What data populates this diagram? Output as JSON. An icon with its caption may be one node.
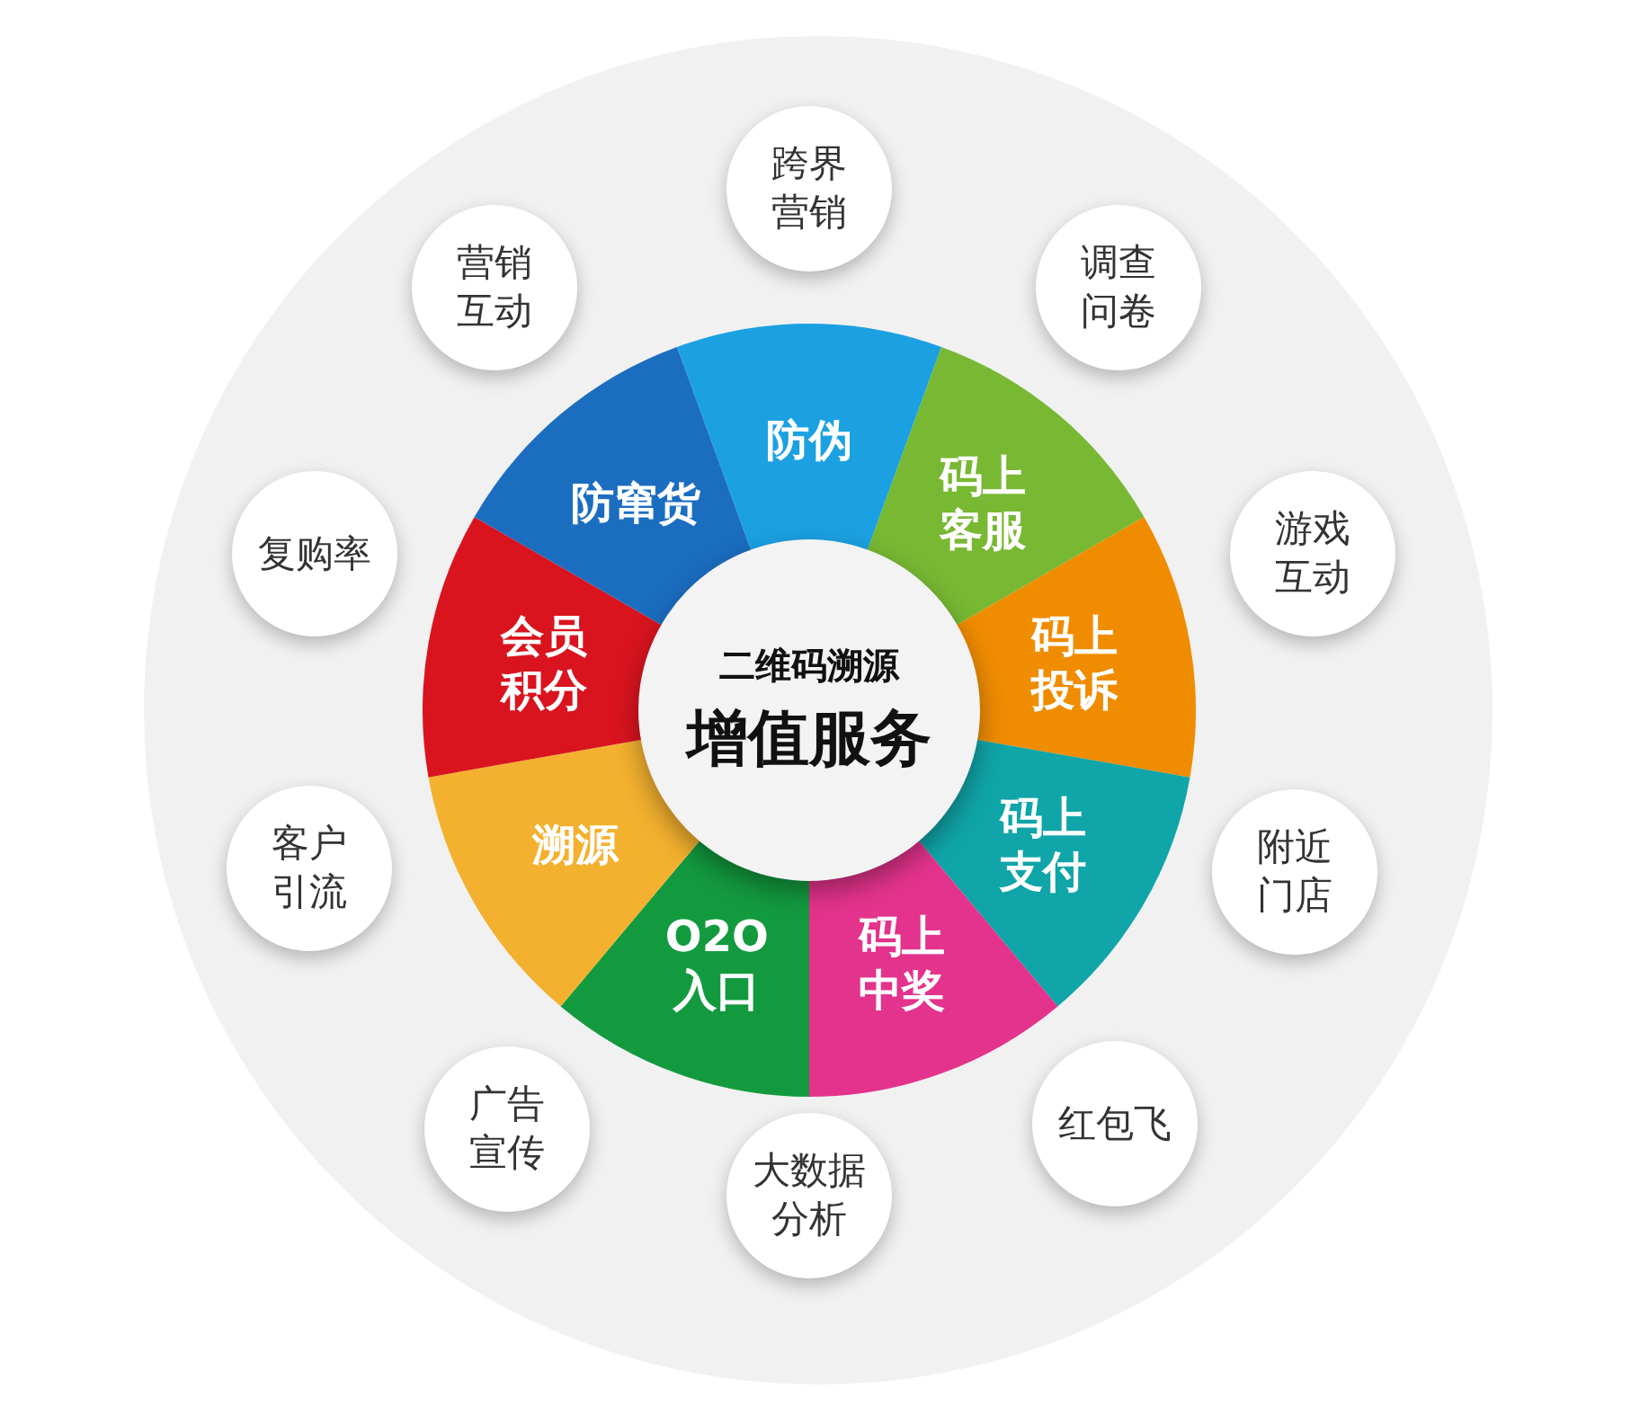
{
  "diagram": {
    "nodes": [
      {
        "text": [
          "防伪"
        ]
      },
      {
        "text": [
          "码上客服"
        ]
      },
      {
        "text": [
          "码上投诉"
        ]
      },
      {
        "text": [
          "码上支付"
        ]
      },
      {
        "text": [
          "码上中奖"
        ]
      },
      {
        "text": [
          "O2O入口"
        ]
      },
      {
        "text": [
          "溯源"
        ]
      },
      {
        "text": [
          "会员积分"
        ]
      },
      {
        "text": [
          "防窜货"
        ]
      },
      {
        "text": [
          "二维码溯源",
          "增值服务"
        ]
      },
      {
        "text": [
          "跨界营销"
        ]
      },
      {
        "text": [
          "调查问卷"
        ]
      },
      {
        "text": [
          "游戏互动"
        ]
      },
      {
        "text": [
          "附近门店"
        ]
      },
      {
        "text": [
          "红包飞"
        ]
      },
      {
        "text": [
          "大数据分析"
        ]
      },
      {
        "text": [
          "广告宣传"
        ]
      },
      {
        "text": [
          "客户引流"
        ]
      },
      {
        "text": [
          "复购率"
        ]
      },
      {
        "text": [
          "营销互动"
        ]
      }
    ]
  }
}
